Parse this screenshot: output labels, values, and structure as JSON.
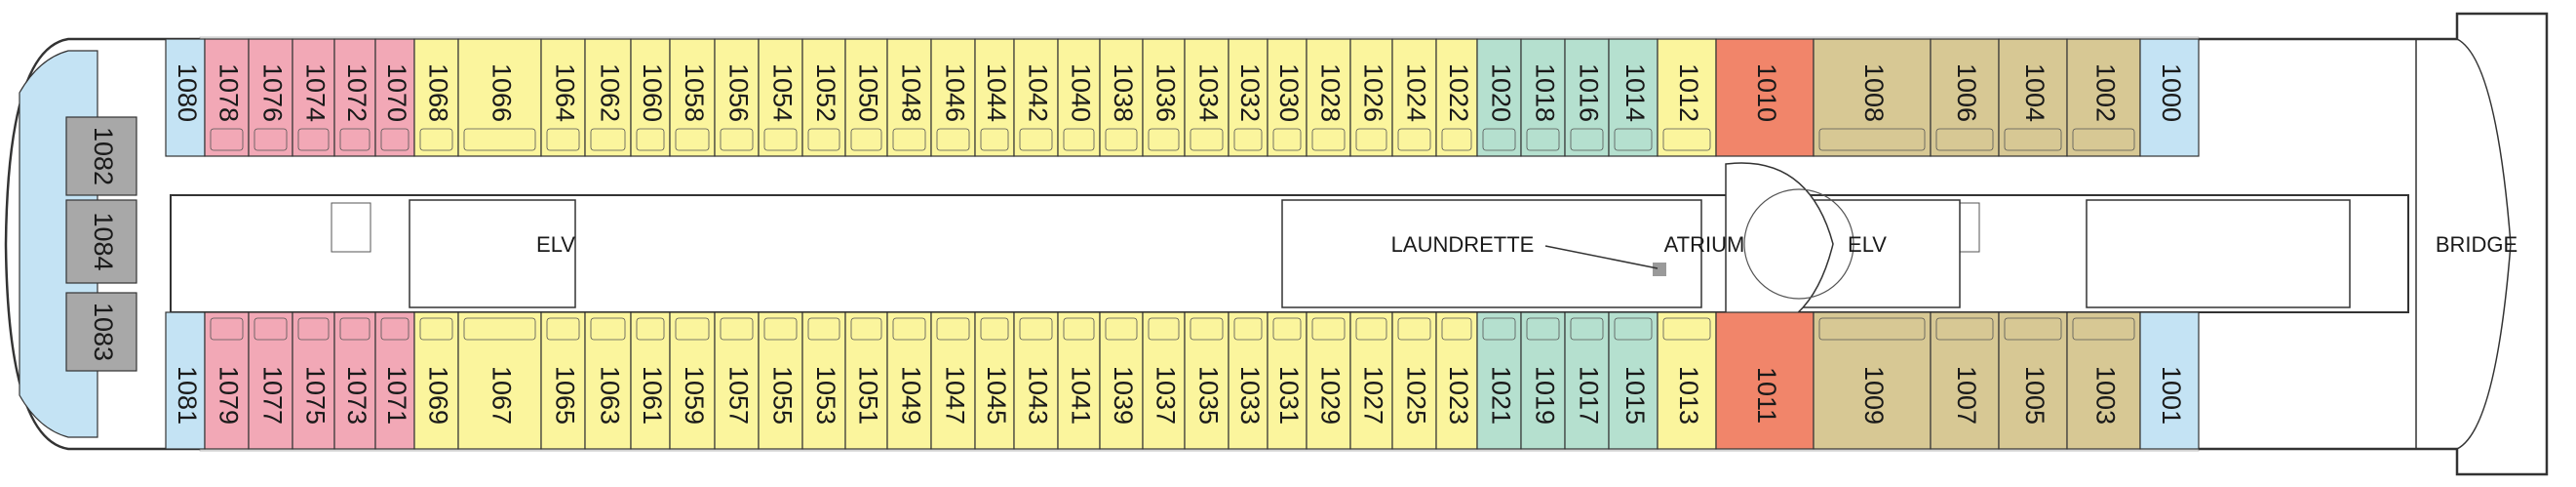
{
  "labels": {
    "bridge": "BRIDGE",
    "atrium": "ATRIUM",
    "laundrette": "LAUNDRETTE",
    "elevator": "ELV"
  },
  "colors": {
    "pink": "#f2a8b6",
    "yellow": "#fbf59d",
    "green": "#b5e0cf",
    "tan": "#d7c894",
    "blue": "#c4e3f4",
    "gray": "#a8a8a8",
    "orange": "#f1856a",
    "outline": "#333333"
  },
  "cabins": {
    "top": [
      {
        "num": "1080",
        "cat": "blue"
      },
      {
        "num": "1078",
        "cat": "pink"
      },
      {
        "num": "1076",
        "cat": "pink"
      },
      {
        "num": "1074",
        "cat": "pink"
      },
      {
        "num": "1072",
        "cat": "pink"
      },
      {
        "num": "1070",
        "cat": "pink"
      },
      {
        "num": "1068",
        "cat": "yellow"
      },
      {
        "num": "1066",
        "cat": "yellow"
      },
      {
        "num": "1064",
        "cat": "yellow"
      },
      {
        "num": "1062",
        "cat": "yellow"
      },
      {
        "num": "1060",
        "cat": "yellow"
      },
      {
        "num": "1058",
        "cat": "yellow"
      },
      {
        "num": "1056",
        "cat": "yellow"
      },
      {
        "num": "1054",
        "cat": "yellow"
      },
      {
        "num": "1052",
        "cat": "yellow"
      },
      {
        "num": "1050",
        "cat": "yellow"
      },
      {
        "num": "1048",
        "cat": "yellow"
      },
      {
        "num": "1046",
        "cat": "yellow"
      },
      {
        "num": "1044",
        "cat": "yellow"
      },
      {
        "num": "1042",
        "cat": "yellow"
      },
      {
        "num": "1040",
        "cat": "yellow"
      },
      {
        "num": "1038",
        "cat": "yellow"
      },
      {
        "num": "1036",
        "cat": "yellow"
      },
      {
        "num": "1034",
        "cat": "yellow"
      },
      {
        "num": "1032",
        "cat": "yellow"
      },
      {
        "num": "1030",
        "cat": "yellow"
      },
      {
        "num": "1028",
        "cat": "yellow"
      },
      {
        "num": "1026",
        "cat": "yellow"
      },
      {
        "num": "1024",
        "cat": "yellow"
      },
      {
        "num": "1022",
        "cat": "yellow"
      },
      {
        "num": "1020",
        "cat": "green"
      },
      {
        "num": "1018",
        "cat": "green"
      },
      {
        "num": "1016",
        "cat": "green"
      },
      {
        "num": "1014",
        "cat": "green"
      },
      {
        "num": "1012",
        "cat": "yellow"
      },
      {
        "num": "1010",
        "cat": "orange"
      },
      {
        "num": "1008",
        "cat": "tan"
      },
      {
        "num": "1006",
        "cat": "tan"
      },
      {
        "num": "1004",
        "cat": "tan"
      },
      {
        "num": "1002",
        "cat": "tan"
      },
      {
        "num": "1000",
        "cat": "blue"
      }
    ],
    "bottom": [
      {
        "num": "1081",
        "cat": "blue"
      },
      {
        "num": "1079",
        "cat": "pink"
      },
      {
        "num": "1077",
        "cat": "pink"
      },
      {
        "num": "1075",
        "cat": "pink"
      },
      {
        "num": "1073",
        "cat": "pink"
      },
      {
        "num": "1071",
        "cat": "pink"
      },
      {
        "num": "1069",
        "cat": "yellow"
      },
      {
        "num": "1067",
        "cat": "yellow"
      },
      {
        "num": "1065",
        "cat": "yellow"
      },
      {
        "num": "1063",
        "cat": "yellow"
      },
      {
        "num": "1061",
        "cat": "yellow"
      },
      {
        "num": "1059",
        "cat": "yellow"
      },
      {
        "num": "1057",
        "cat": "yellow"
      },
      {
        "num": "1055",
        "cat": "yellow"
      },
      {
        "num": "1053",
        "cat": "yellow"
      },
      {
        "num": "1051",
        "cat": "yellow"
      },
      {
        "num": "1049",
        "cat": "yellow"
      },
      {
        "num": "1047",
        "cat": "yellow"
      },
      {
        "num": "1045",
        "cat": "yellow"
      },
      {
        "num": "1043",
        "cat": "yellow"
      },
      {
        "num": "1041",
        "cat": "yellow"
      },
      {
        "num": "1039",
        "cat": "yellow"
      },
      {
        "num": "1037",
        "cat": "yellow"
      },
      {
        "num": "1035",
        "cat": "yellow"
      },
      {
        "num": "1033",
        "cat": "yellow"
      },
      {
        "num": "1031",
        "cat": "yellow"
      },
      {
        "num": "1029",
        "cat": "yellow"
      },
      {
        "num": "1027",
        "cat": "yellow"
      },
      {
        "num": "1025",
        "cat": "yellow"
      },
      {
        "num": "1023",
        "cat": "yellow"
      },
      {
        "num": "1021",
        "cat": "green"
      },
      {
        "num": "1019",
        "cat": "green"
      },
      {
        "num": "1017",
        "cat": "green"
      },
      {
        "num": "1015",
        "cat": "green"
      },
      {
        "num": "1013",
        "cat": "yellow"
      },
      {
        "num": "1011",
        "cat": "orange"
      },
      {
        "num": "1009",
        "cat": "tan"
      },
      {
        "num": "1007",
        "cat": "tan"
      },
      {
        "num": "1005",
        "cat": "tan"
      },
      {
        "num": "1003",
        "cat": "tan"
      },
      {
        "num": "1001",
        "cat": "blue"
      }
    ],
    "stern": [
      {
        "num": "1082",
        "cat": "gray"
      },
      {
        "num": "1084",
        "cat": "gray"
      },
      {
        "num": "1083",
        "cat": "gray"
      }
    ]
  }
}
